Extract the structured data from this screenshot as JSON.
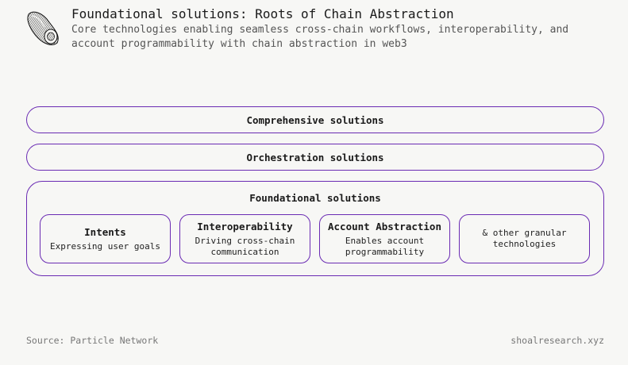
{
  "header": {
    "title": "Foundational solutions: Roots of Chain Abstraction",
    "subtitle": "Core technologies enabling seamless cross-chain workflows, interoperability, and account programmability with chain abstraction in web3"
  },
  "layers": {
    "comprehensive": "Comprehensive solutions",
    "orchestration": "Orchestration solutions",
    "foundational": "Foundational solutions"
  },
  "cards": [
    {
      "title": "Intents",
      "desc": "Expressing user goals"
    },
    {
      "title": "Interoperability",
      "desc": "Driving cross-chain communication"
    },
    {
      "title": "Account Abstraction",
      "desc": "Enables account programmability"
    },
    {
      "title": "",
      "desc": "& other granular technologies"
    }
  ],
  "footer": {
    "source": "Source: Particle Network",
    "site": "shoalresearch.xyz"
  },
  "colors": {
    "accent": "#6a2bb3",
    "background": "#f7f7f5"
  },
  "logo_icon": "shell-icon"
}
